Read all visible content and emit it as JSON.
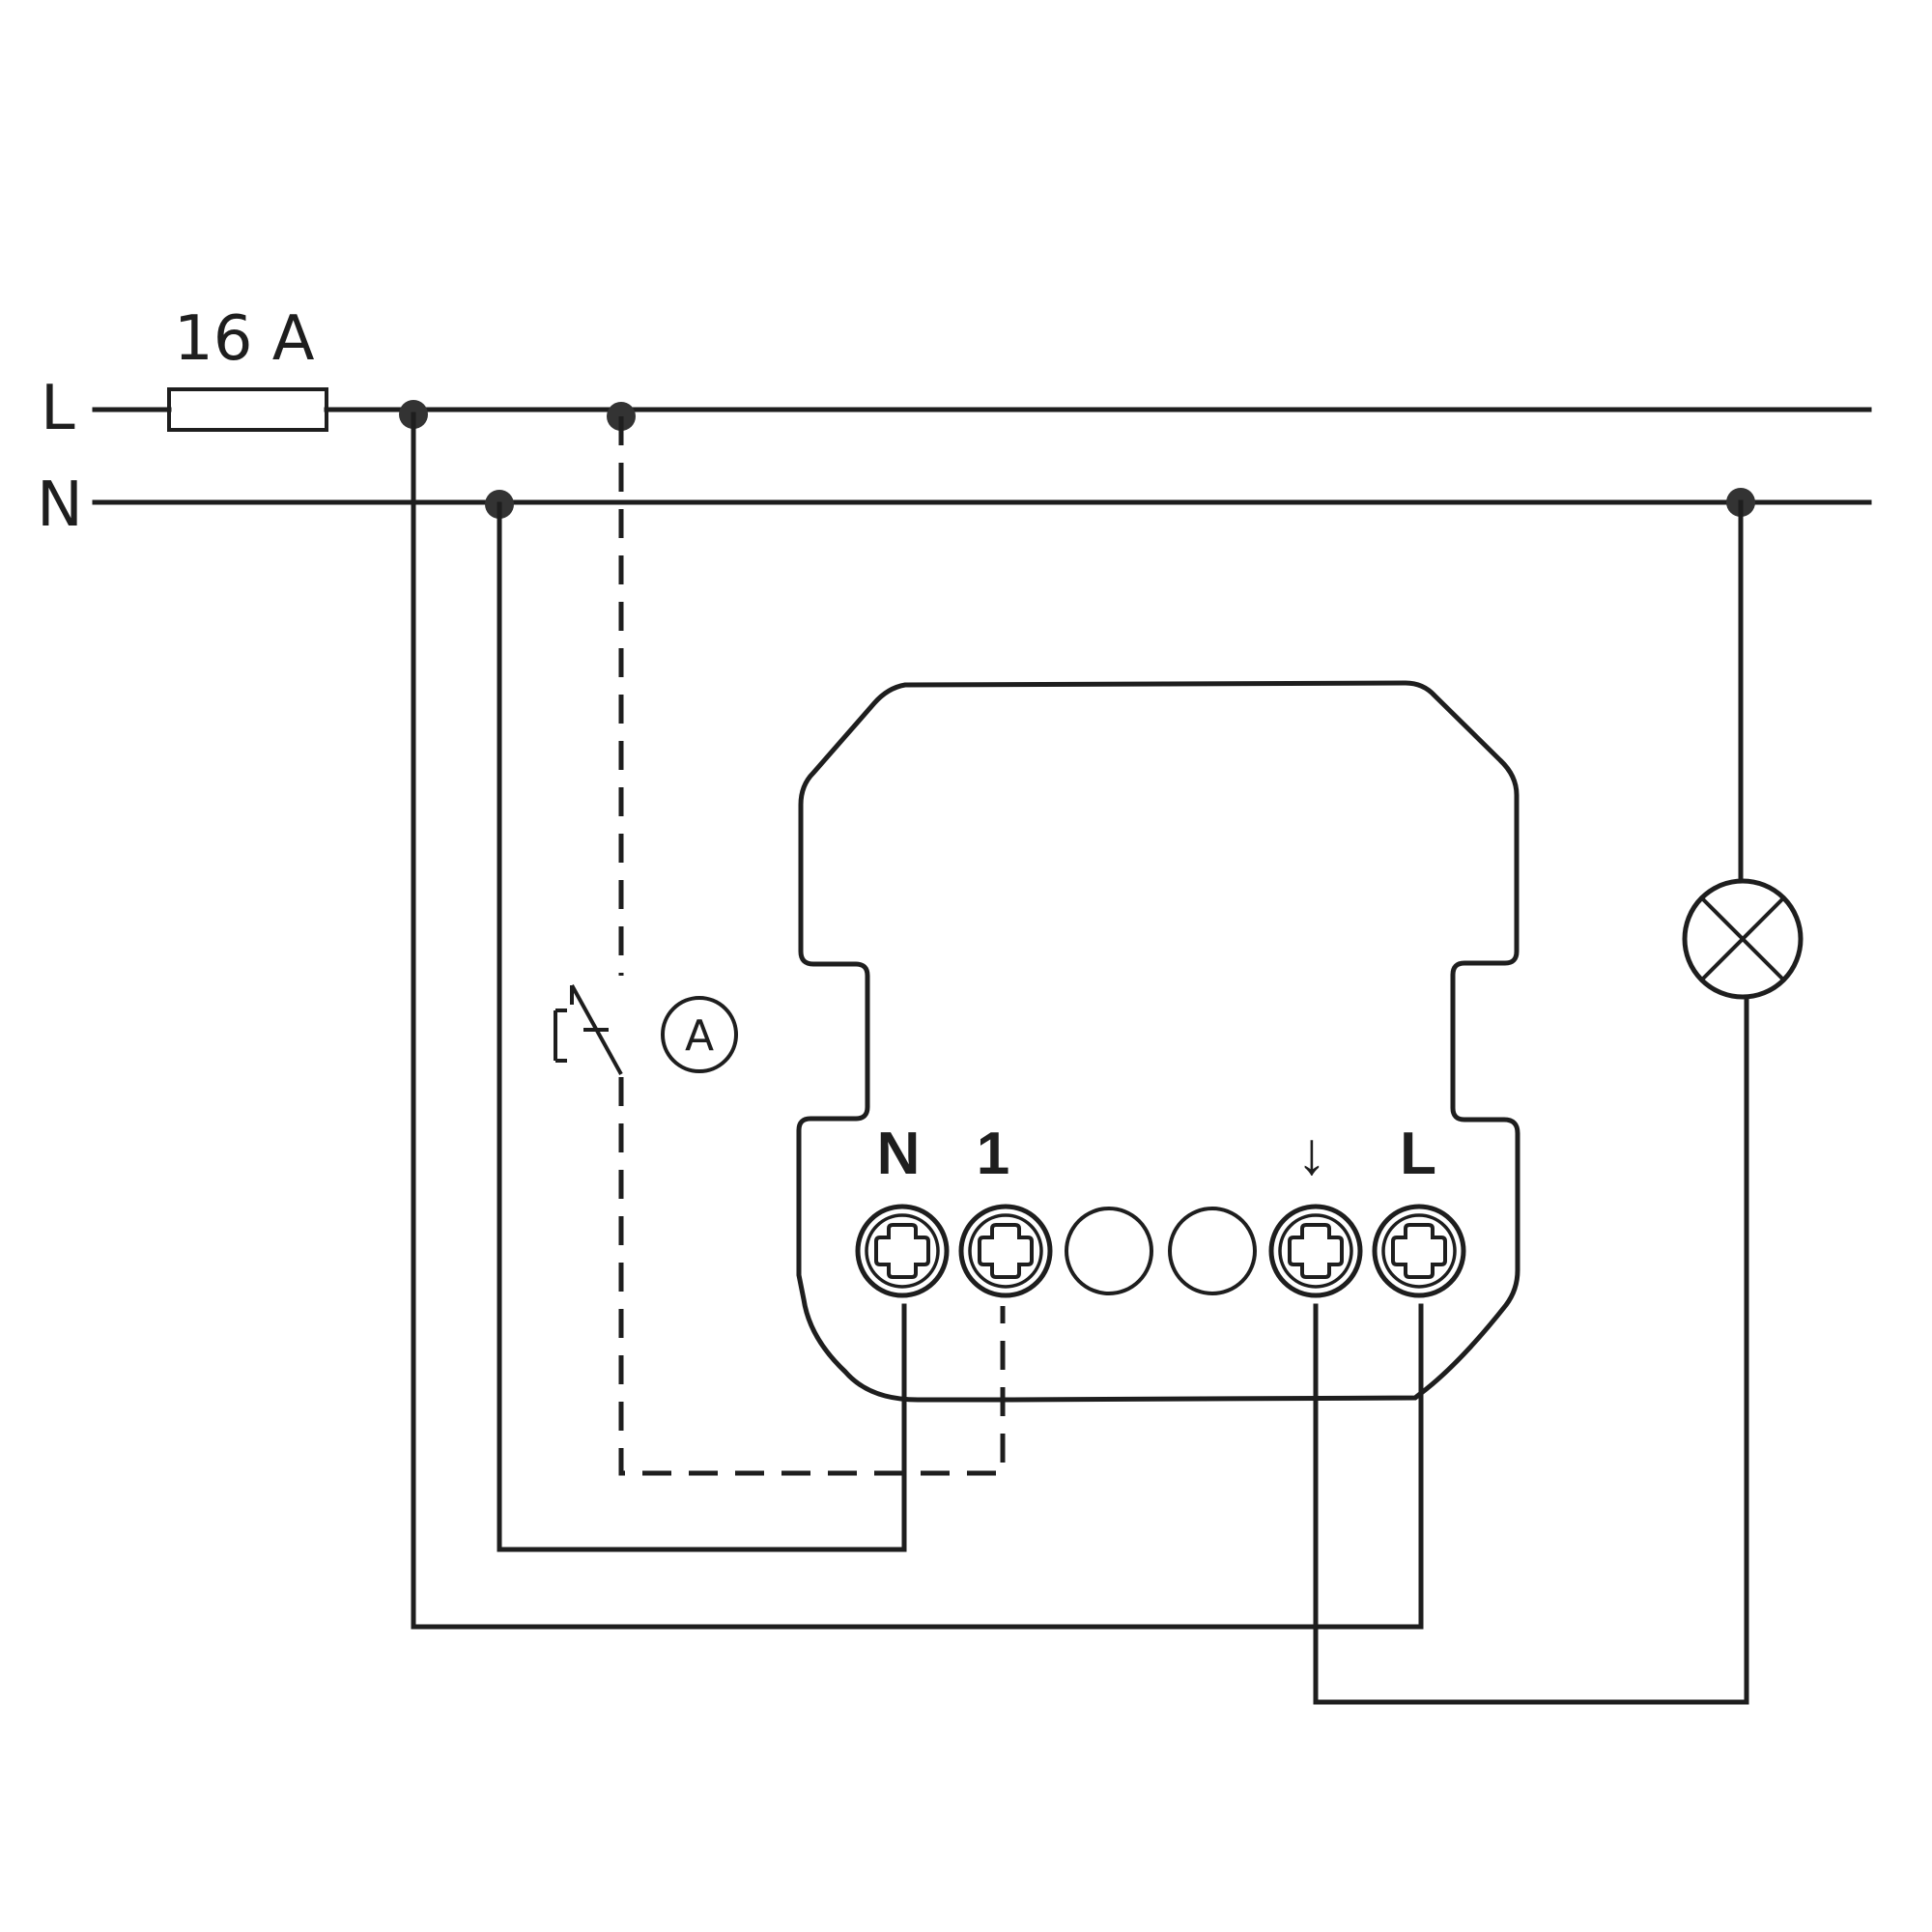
{
  "rails": {
    "line_label": "L",
    "neutral_label": "N",
    "fuse_rating": "16 A"
  },
  "pushbutton": {
    "marker": "A"
  },
  "device": {
    "terminals": [
      {
        "label": "N",
        "type": "screw"
      },
      {
        "label": "1",
        "type": "screw"
      },
      {
        "label": "",
        "type": "empty"
      },
      {
        "label": "",
        "type": "empty"
      },
      {
        "label": "↓",
        "type": "screw"
      },
      {
        "label": "L",
        "type": "screw"
      }
    ]
  },
  "lamp": {
    "icon": "lamp-icon"
  }
}
